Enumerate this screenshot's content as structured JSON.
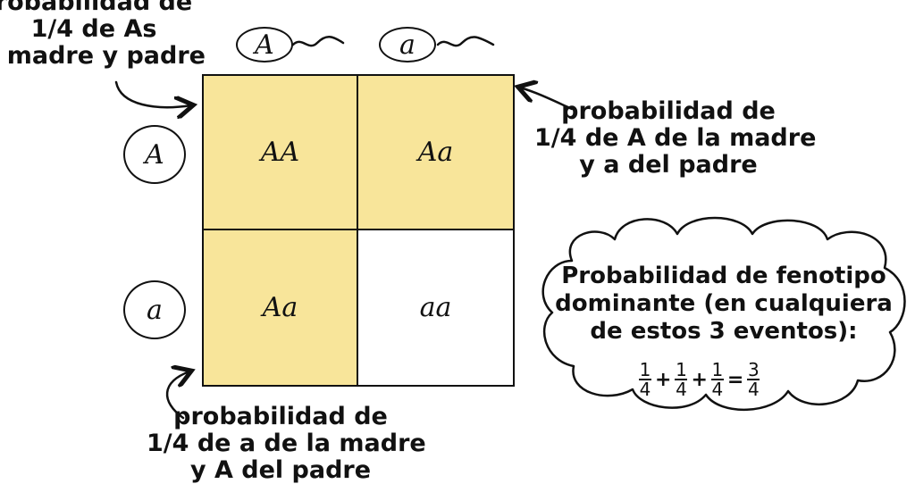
{
  "annotations": {
    "top_left": [
      "robabilidad de",
      "1/4 de As",
      "e madre y padre"
    ],
    "top_right": [
      "probabilidad de",
      "1/4 de A de la madre",
      "y a del padre"
    ],
    "bottom_left": [
      "probabilidad de",
      "1/4 de a de la madre",
      "y A del padre"
    ]
  },
  "alleles": {
    "columns": [
      "A",
      "a"
    ],
    "rows": [
      "A",
      "a"
    ]
  },
  "punnett": {
    "cells": [
      "AA",
      "Aa",
      "Aa",
      "aa"
    ],
    "shaded_color": "#f8e59a"
  },
  "cloud": {
    "lines": [
      "Probabilidad de fenotipo",
      "dominante (en cualquiera",
      "de estos 3 eventos):"
    ],
    "fractions": [
      {
        "num": "1",
        "den": "4"
      },
      {
        "num": "1",
        "den": "4"
      },
      {
        "num": "1",
        "den": "4"
      },
      {
        "num": "3",
        "den": "4"
      }
    ],
    "operators": [
      "+",
      "+",
      "="
    ]
  }
}
